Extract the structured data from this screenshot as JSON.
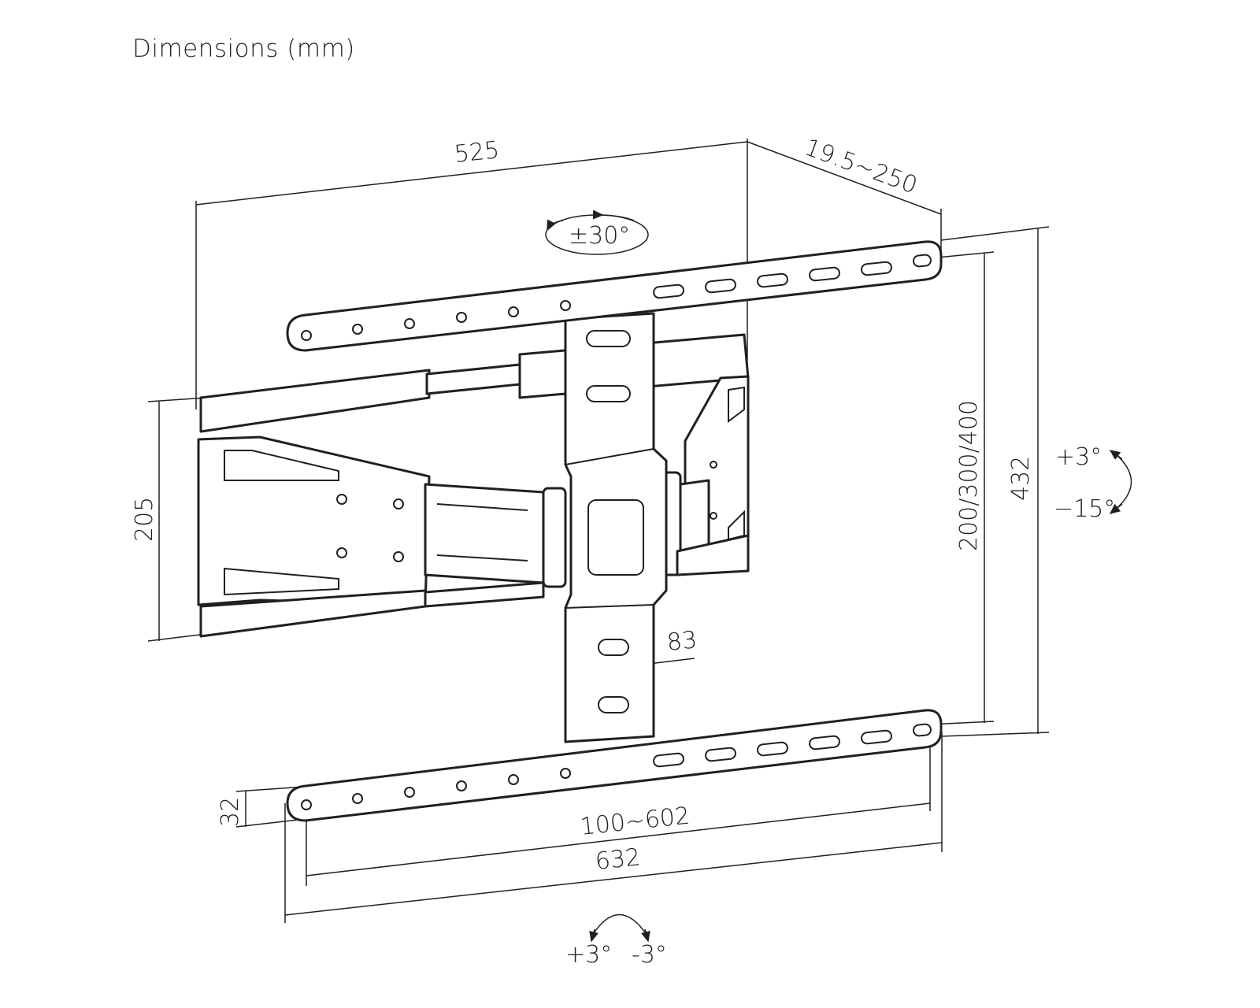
{
  "title": "Dimensions (mm)",
  "dimensions": {
    "width_total": "525",
    "depth": "19.5~250",
    "swivel": "±30°",
    "height_plate": "205",
    "vesa_vertical": "200/300/400",
    "height_total": "432",
    "tilt_up": "+3°",
    "tilt_down": "−15°",
    "arm_width": "83",
    "rail_height": "32",
    "vesa_horizontal": "100~602",
    "rail_length": "632",
    "rotate_left": "+3°",
    "rotate_right": "-3°"
  },
  "colors": {
    "line": "#231f20",
    "background": "#ffffff"
  }
}
